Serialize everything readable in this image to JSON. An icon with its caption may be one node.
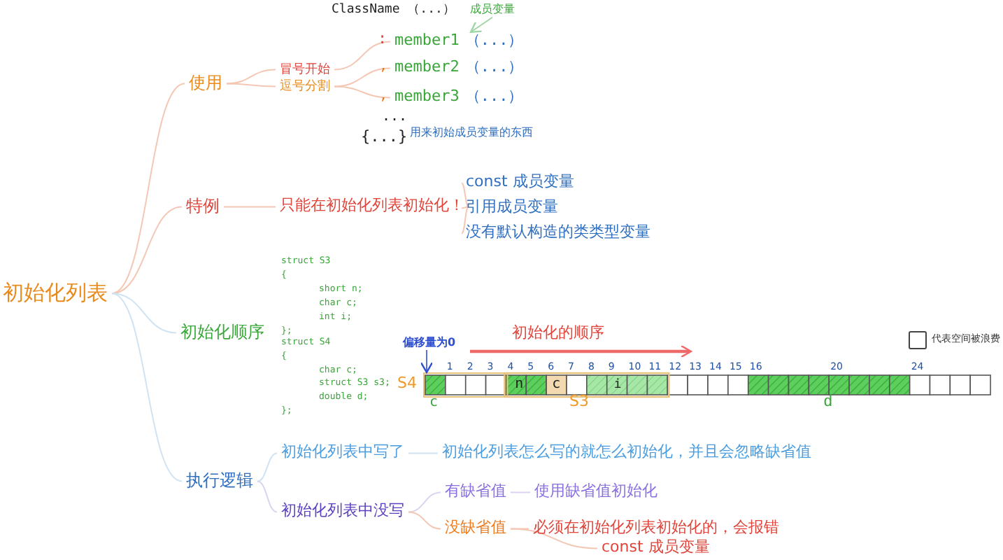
{
  "diagram": {
    "nodes": [
      {
        "text": [
          "初始化列表"
        ]
      },
      {
        "text": [
          "使用"
        ]
      },
      {
        "text": [
          "冒号开始"
        ]
      },
      {
        "text": [
          "逗号分割"
        ]
      },
      {
        "text": [
          "ClassName （...）"
        ]
      },
      {
        "text": [
          "成员变量"
        ]
      },
      {
        "text": [
          "member1",
          "（...）"
        ]
      },
      {
        "text": [
          "member2",
          "（...）"
        ]
      },
      {
        "text": [
          "member3",
          "（...）"
        ]
      },
      {
        "text": [
          "特例"
        ]
      },
      {
        "text": [
          "只能在初始化列表初始化！"
        ]
      },
      {
        "text": [
          "const 成员变量"
        ]
      },
      {
        "text": [
          "引用成员变量"
        ]
      },
      {
        "text": [
          "没有默认构造的类类型变量"
        ]
      },
      {
        "text": [
          "初始化顺序"
        ]
      },
      {
        "text": [
          "执行逻辑"
        ]
      },
      {
        "text": [
          "初始化列表中写了"
        ]
      },
      {
        "text": [
          "初始化列表怎么写的就怎么初始化，并且会忽略缺省值"
        ]
      },
      {
        "text": [
          "初始化列表中没写"
        ]
      },
      {
        "text": [
          "有缺省值"
        ]
      },
      {
        "text": [
          "使用缺省值初始化"
        ]
      },
      {
        "text": [
          "没缺省值"
        ]
      },
      {
        "text": [
          "必须在初始化列表初始化的，会报错"
        ]
      },
      {
        "text": [
          "const 成员变量"
        ]
      }
    ],
    "edges": [
      {
        "from": 0,
        "to": 1,
        "arrow": "none"
      },
      {
        "from": 0,
        "to": 9,
        "arrow": "none"
      },
      {
        "from": 0,
        "to": 14,
        "arrow": "none",
        "color": "#cfe3f3"
      },
      {
        "from": 0,
        "to": 15,
        "arrow": "none",
        "color": "#cfe3f3"
      },
      {
        "from": 1,
        "to": 2,
        "arrow": "none"
      },
      {
        "from": 1,
        "to": 3,
        "arrow": "none"
      },
      {
        "from": 2,
        "to": 6,
        "arrow": "none"
      },
      {
        "from": 3,
        "to": 7,
        "arrow": "none"
      },
      {
        "from": 3,
        "to": 8,
        "arrow": "none"
      },
      {
        "from": 5,
        "to": 6,
        "arrow": "to",
        "color": "#9fd6a6"
      },
      {
        "from": 9,
        "to": 10,
        "arrow": "none"
      },
      {
        "from": 10,
        "to": 11,
        "arrow": "none"
      },
      {
        "from": 10,
        "to": 12,
        "arrow": "none"
      },
      {
        "from": 10,
        "to": 13,
        "arrow": "none"
      },
      {
        "from": 15,
        "to": 16,
        "arrow": "none",
        "color": "#cfe3f3"
      },
      {
        "from": 15,
        "to": 18,
        "arrow": "none",
        "color": "#dcd3ee"
      },
      {
        "from": 16,
        "to": 17,
        "arrow": "none",
        "color": "#cfe3f3"
      },
      {
        "from": 18,
        "to": 19,
        "arrow": "none",
        "color": "#dcd3ee"
      },
      {
        "from": 18,
        "to": 21,
        "arrow": "none"
      },
      {
        "from": 19,
        "to": 20,
        "arrow": "none",
        "color": "#dcd3ee"
      },
      {
        "from": 21,
        "to": 22,
        "arrow": "none"
      },
      {
        "from": 21,
        "to": 23,
        "arrow": "none"
      }
    ],
    "labels": [
      ":",
      ",",
      ",",
      "...",
      "{...}",
      "用来初始成员变量的东西",
      "struct S3",
      "{",
      "short n;",
      "char c;",
      "int i;",
      "};",
      "struct S4",
      "{",
      "char c;",
      "struct S3 s3;",
      "double d;",
      "};",
      "偏移量为0",
      "初始化的顺序",
      "S4",
      "1",
      "2",
      "3",
      "4",
      "5",
      "6",
      "7",
      "8",
      "9",
      "10",
      "11",
      "12",
      "13",
      "14",
      "15",
      "16",
      "20",
      "24",
      "n",
      "c",
      "i",
      "c",
      "S3",
      "d"
    ],
    "legend": [
      {
        "text": "代表空间被浪费",
        "color": "#ffffff"
      }
    ]
  }
}
